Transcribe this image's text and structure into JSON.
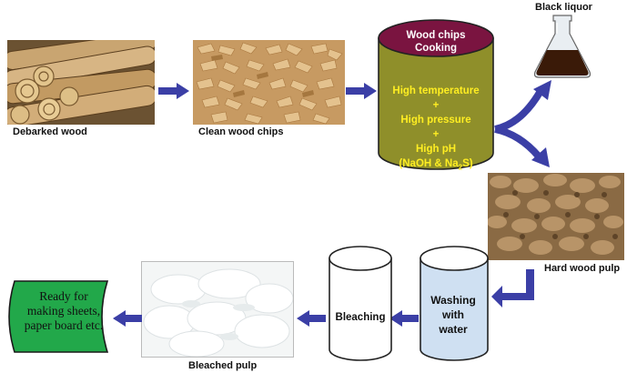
{
  "labels": {
    "debarked_wood": "Debarked wood",
    "clean_wood_chips": "Clean wood chips",
    "black_liquor": "Black liquor",
    "hard_wood_pulp": "Hard wood pulp",
    "bleached_pulp": "Bleached pulp"
  },
  "cooking": {
    "title_line1": "Wood chips",
    "title_line2": "Cooking",
    "line1": "High temperature",
    "plus1": "+",
    "line2": "High pressure",
    "plus2": "+",
    "line3": "High pH",
    "line4_prefix": "(NaOH & Na",
    "line4_sub": "2",
    "line4_suffix": "S)"
  },
  "washing": {
    "line1": "Washing",
    "line2": "with",
    "line3": "water"
  },
  "bleaching": {
    "label": "Bleaching"
  },
  "ready": {
    "line1": "Ready for",
    "line2": "making sheets,",
    "line3": "paper board etc."
  },
  "colors": {
    "arrow": "#3b3fa6",
    "cooking_body": "#8f8f2a",
    "cooking_top": "#7a1440",
    "washing_fill": "#cfe0f2",
    "ready_fill": "#22a84a",
    "liquor": "#3a1a08"
  },
  "icons": {
    "arrow": "blue-block-arrow",
    "split_arrow": "curved-split-arrow",
    "flask": "erlenmeyer-flask"
  }
}
